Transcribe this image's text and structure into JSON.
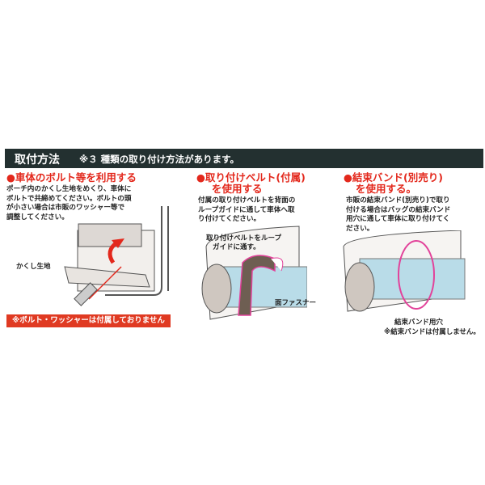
{
  "header": {
    "title": "取付方法",
    "subtitle": "※３ 種類の取り付け方法があります。"
  },
  "methods": [
    {
      "title": "●車体のボルト等を利用する",
      "title2": "",
      "text": [
        "ポーチ内のかくし生地をめくり、車体に",
        "ボルトで共締めてください。ボルトの頭",
        "が小さい場合は市販のワッシャー等で",
        "調整してください。"
      ],
      "labels": [
        "かくし生地"
      ],
      "note": "※ボルト・ワッシャーは付属しておりません"
    },
    {
      "title": "●取り付けベルト(付属)",
      "title2": "を使用する",
      "text": [
        "付属の取り付けベルトを背面の",
        "ループガイドに通して車体へ取",
        "り付けてください。"
      ],
      "labels": [
        "取り付けベルトをループ",
        "ガイドに通す。",
        "面ファスナー"
      ]
    },
    {
      "title": "●結束バンド(別売り)",
      "title2": "を使用する。",
      "text": [
        "市販の結束バンド(別売り)で取り",
        "付ける場合はバッグの結束バンド",
        "用穴に通して車体に取り付けてく",
        "ださい。"
      ],
      "labels": [
        "結束バンド用穴",
        "※結束バンドは付属しません。"
      ]
    }
  ],
  "colors": {
    "header": "#233030",
    "accent": "#e3281c",
    "bag": "#b9dce8"
  }
}
